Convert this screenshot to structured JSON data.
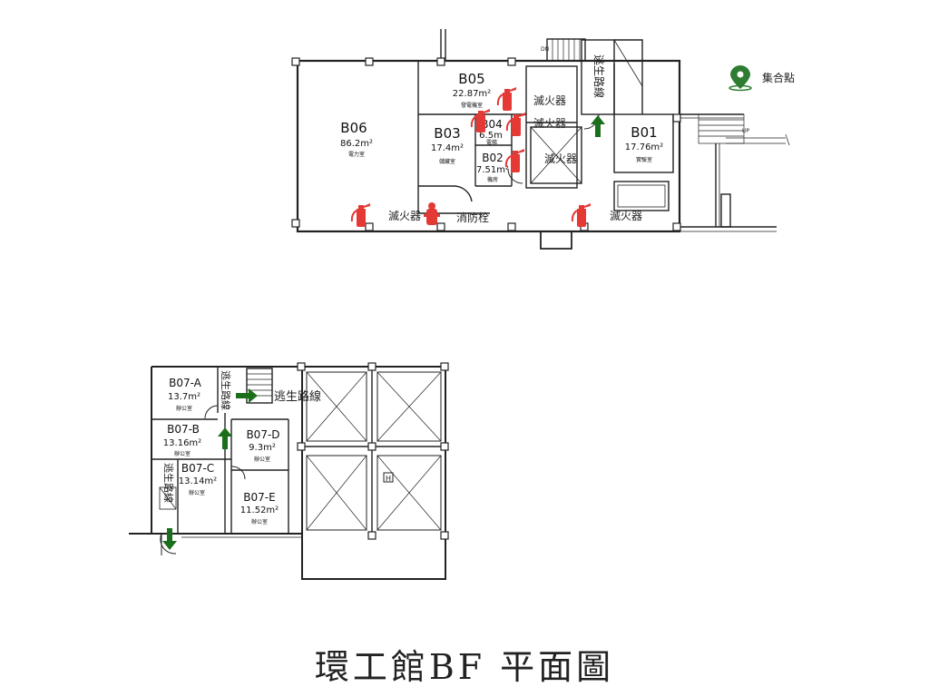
{
  "title": "環工館BF 平面圖",
  "legend": {
    "assembly_point_label": "集合點",
    "assembly_icon": "map-pin-icon",
    "assembly_color": "#2e7d32"
  },
  "colors": {
    "extinguisher": "#e53935",
    "evac_arrow": "#1b6e1b",
    "wall": "#222222"
  },
  "upper_rooms": {
    "b06": {
      "code": "B06",
      "area": "86.2m²",
      "name": "電力室"
    },
    "b05": {
      "code": "B05",
      "area": "22.87m²",
      "name": "發電機室"
    },
    "b03": {
      "code": "B03",
      "area": "17.4m²",
      "name": "儲藏室"
    },
    "b04": {
      "code": "B04",
      "area": "6.5m",
      "name": "電梯"
    },
    "b02": {
      "code": "B02",
      "area": "7.51m²",
      "name": "機房"
    },
    "b01": {
      "code": "B01",
      "area": "17.76m²",
      "name": "實驗室"
    }
  },
  "lower_rooms": {
    "b07a": {
      "code": "B07-A",
      "area": "13.7m²",
      "name": "辦公室"
    },
    "b07b": {
      "code": "B07-B",
      "area": "13.16m²",
      "name": "辦公室"
    },
    "b07c": {
      "code": "B07-C",
      "area": "13.14m²",
      "name": "辦公室"
    },
    "b07d": {
      "code": "B07-D",
      "area": "9.3m²",
      "name": "辦公室"
    },
    "b07e": {
      "code": "B07-E",
      "area": "11.52m²",
      "name": "辦公室"
    }
  },
  "labels": {
    "extinguisher": "滅火器",
    "hydrant": "消防栓",
    "evac_route": "逃生路線",
    "dn": "DN",
    "up": "UP",
    "h_mark": "H"
  }
}
